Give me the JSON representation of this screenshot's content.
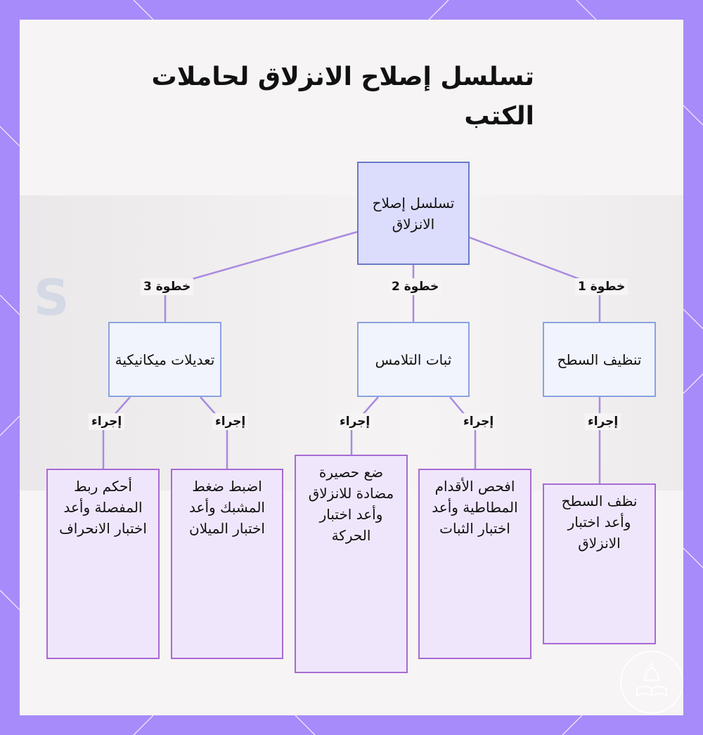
{
  "title": "تسلسل إصلاح الانزلاق لحاملات الكتب",
  "root": {
    "label": "تسلسل إصلاح الانزلاق"
  },
  "steps": [
    {
      "edge_label": "خطوة 1",
      "label": "تنظيف السطح"
    },
    {
      "edge_label": "خطوة 2",
      "label": "ثبات التلامس"
    },
    {
      "edge_label": "خطوة 3",
      "label": "تعديلات ميكانيكية"
    }
  ],
  "actions": [
    {
      "edge_label": "إجراء",
      "label": "نظف السطح وأعد اختبار الانزلاق"
    },
    {
      "edge_label": "إجراء",
      "label": "افحص الأقدام المطاطية وأعد اختبار الثبات"
    },
    {
      "edge_label": "إجراء",
      "label": "ضع حصيرة مضادة للانزلاق وأعد اختبار الحركة"
    },
    {
      "edge_label": "إجراء",
      "label": "اضبط ضغط المشبك وأعد اختبار الميلان"
    },
    {
      "edge_label": "إجراء",
      "label": "أحكم ربط المفصلة وأعد اختبار الانحراف"
    }
  ],
  "colors": {
    "frame": "#a78bfa",
    "root_fill": "#dcdcfd",
    "step_fill": "#f1f4fd",
    "action_fill": "#f0e6fc",
    "edge": "#a98ae0"
  },
  "logo_icon": "book-bell-logo-icon"
}
